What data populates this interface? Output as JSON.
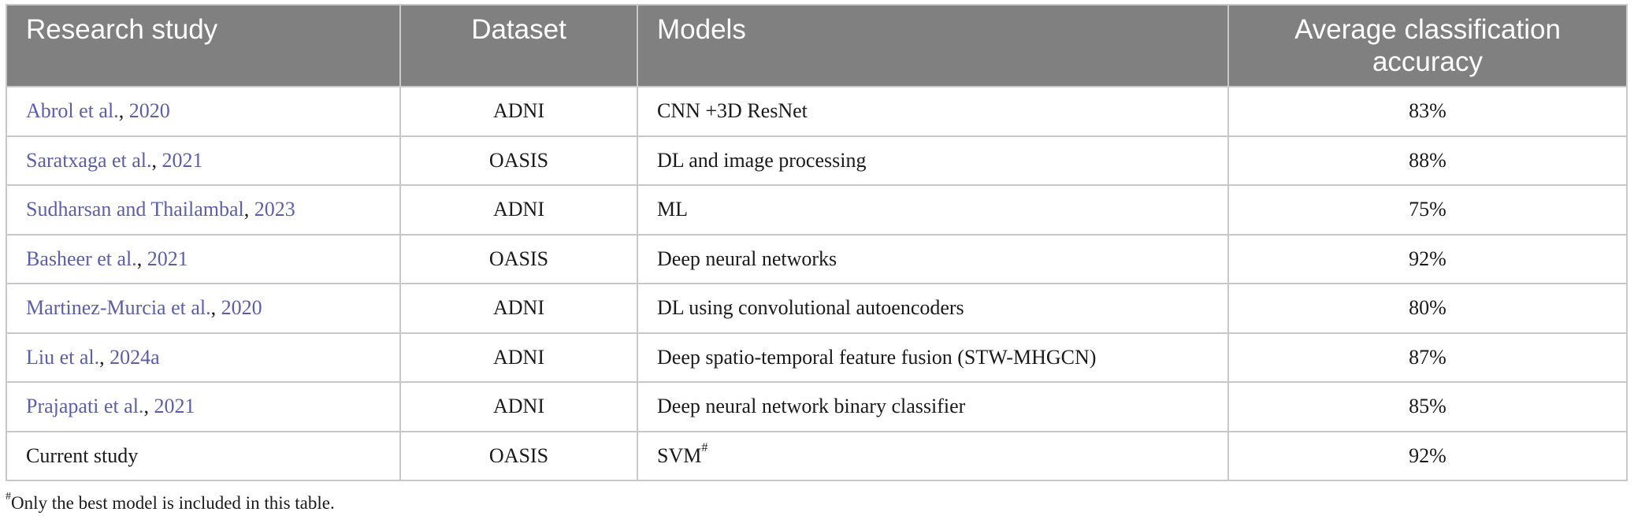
{
  "table": {
    "headers": [
      "Research study",
      "Dataset",
      "Models",
      "Average classification accuracy"
    ],
    "rows": [
      {
        "study_authors": "Abrol et al.",
        "study_sep": ", ",
        "study_year": "2020",
        "dataset": "ADNI",
        "model": "CNN +3D ResNet",
        "model_mark": "",
        "accuracy": "83%"
      },
      {
        "study_authors": "Saratxaga et al.",
        "study_sep": ", ",
        "study_year": "2021",
        "dataset": "OASIS",
        "model": "DL and image processing",
        "model_mark": "",
        "accuracy": "88%"
      },
      {
        "study_authors": "Sudharsan and Thailambal",
        "study_sep": ", ",
        "study_year": "2023",
        "dataset": "ADNI",
        "model": "ML",
        "model_mark": "",
        "accuracy": "75%"
      },
      {
        "study_authors": "Basheer et al.",
        "study_sep": ", ",
        "study_year": "2021",
        "dataset": "OASIS",
        "model": "Deep neural networks",
        "model_mark": "",
        "accuracy": "92%"
      },
      {
        "study_authors": "Martinez-Murcia et al.",
        "study_sep": ", ",
        "study_year": "2020",
        "dataset": "ADNI",
        "model": "DL using convolutional autoencoders",
        "model_mark": "",
        "accuracy": "80%"
      },
      {
        "study_authors": "Liu et al.",
        "study_sep": ", ",
        "study_year": "2024a",
        "dataset": "ADNI",
        "model": "Deep spatio-temporal feature fusion (STW-MHGCN)",
        "model_mark": "",
        "accuracy": "87%"
      },
      {
        "study_authors": "Prajapati et al.",
        "study_sep": ", ",
        "study_year": "2021",
        "dataset": "ADNI",
        "model": "Deep neural network binary classifier",
        "model_mark": "",
        "accuracy": "85%"
      },
      {
        "study_authors": "Current study",
        "study_sep": "",
        "study_year": "",
        "dataset": "OASIS",
        "model": "SVM",
        "model_mark": "#",
        "accuracy": "92%"
      }
    ]
  },
  "footnote": {
    "mark": "#",
    "text": "Only the best model is included in this table."
  },
  "colors": {
    "header_bg": "#808080",
    "header_text": "#ffffff",
    "link": "#5c5ea8",
    "border": "#c8c8c8",
    "body_text": "#1a1a1a"
  }
}
